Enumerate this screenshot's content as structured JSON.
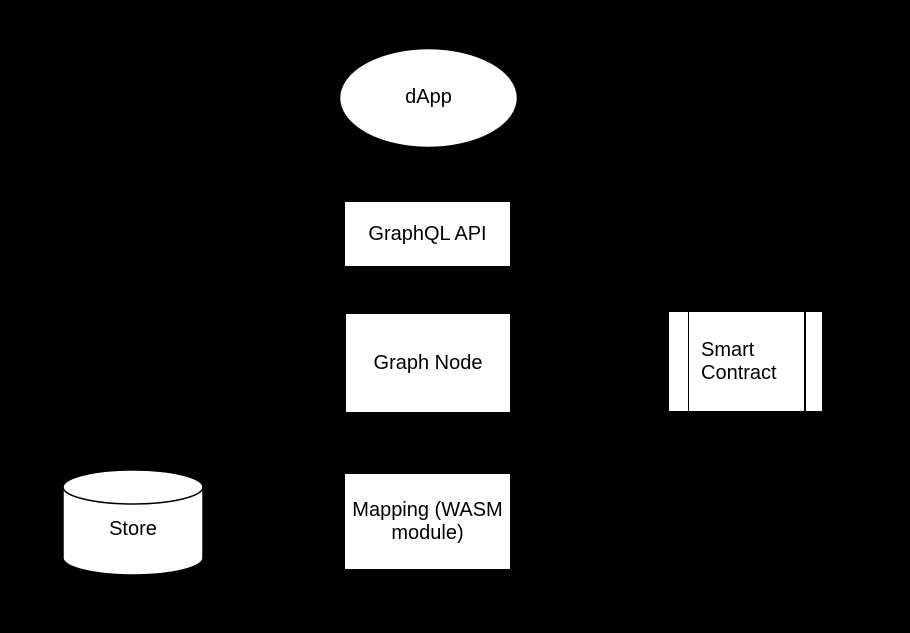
{
  "diagram": {
    "background_color": "#000000",
    "shape_fill_color": "#ffffff",
    "shape_stroke_color": "#000000",
    "text_color": "#000000",
    "nodes": {
      "dapp": {
        "label": "dApp",
        "shape": "ellipse"
      },
      "graphql_api": {
        "label": "GraphQL API",
        "shape": "rectangle"
      },
      "graph_node": {
        "label": "Graph Node",
        "shape": "rectangle"
      },
      "smart_contract": {
        "label": "Smart Contract",
        "shape": "predefined-process"
      },
      "mapping": {
        "label": "Mapping (WASM module)",
        "shape": "rectangle"
      },
      "store": {
        "label": "Store",
        "shape": "cylinder"
      }
    },
    "edges": [
      {
        "from": "graphql_api",
        "to": "dapp"
      },
      {
        "from": "graph_node",
        "to": "graphql_api"
      },
      {
        "from": "graph_node",
        "to": "mapping"
      },
      {
        "from": "graph_node",
        "to": "store"
      },
      {
        "from": "mapping",
        "to": "store"
      },
      {
        "from": "smart_contract",
        "to": "graph_node"
      },
      {
        "from": "dapp",
        "to": "smart_contract"
      }
    ]
  }
}
